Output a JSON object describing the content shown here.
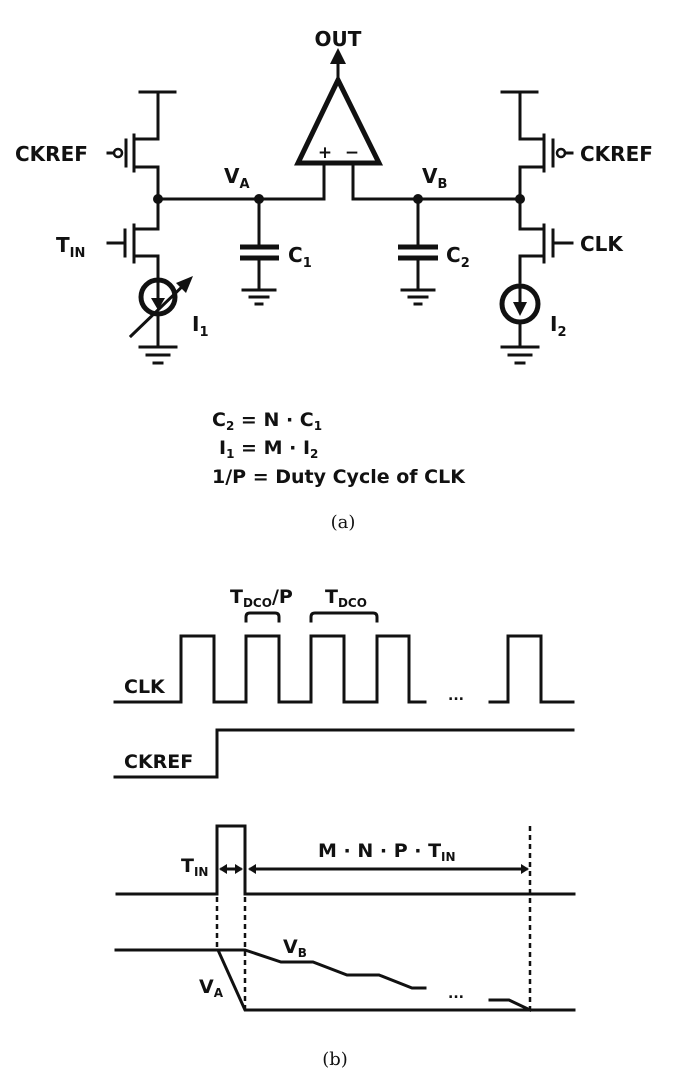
{
  "figure_a": {
    "caption": "(a)",
    "comparator": {
      "output_label": "OUT",
      "plus_sign": "+",
      "minus_sign": "−"
    },
    "left_branch": {
      "pmos_gate_label": "CKREF",
      "nmos_gate_label_main": "T",
      "nmos_gate_label_sub": "IN",
      "node_label_main": "V",
      "node_label_sub": "A",
      "cap_label_main": "C",
      "cap_label_sub": "1",
      "source_label_main": "I",
      "source_label_sub": "1",
      "source_type": "variable"
    },
    "right_branch": {
      "pmos_gate_label": "CKREF",
      "nmos_gate_label": "CLK",
      "node_label_main": "V",
      "node_label_sub": "B",
      "cap_label_main": "C",
      "cap_label_sub": "2",
      "source_label_main": "I",
      "source_label_sub": "2",
      "source_type": "fixed"
    },
    "equations": [
      {
        "lhs_main": "C",
        "lhs_sub": "2",
        "eq": " = N · C",
        "rhs_sub": "1"
      },
      {
        "lhs_main": "I",
        "lhs_sub": "1",
        "eq": " = M · I",
        "rhs_sub": "2"
      },
      {
        "text": "1/P = Duty Cycle of CLK"
      }
    ]
  },
  "figure_b": {
    "caption": "(b)",
    "signals": {
      "clk": "CLK",
      "ckref": "CKREF",
      "tin_main": "T",
      "tin_sub": "IN",
      "vb_main": "V",
      "vb_sub": "B",
      "va_main": "V",
      "va_sub": "A"
    },
    "annotations": {
      "tdco_p_main": "T",
      "tdco_p_sub": "DCO",
      "tdco_p_suffix": "/P",
      "tdco_main": "T",
      "tdco_sub": "DCO",
      "interval_main": "M · N · P · T",
      "interval_sub": "IN",
      "ellipsis_clk": "...",
      "ellipsis_v": "..."
    }
  }
}
